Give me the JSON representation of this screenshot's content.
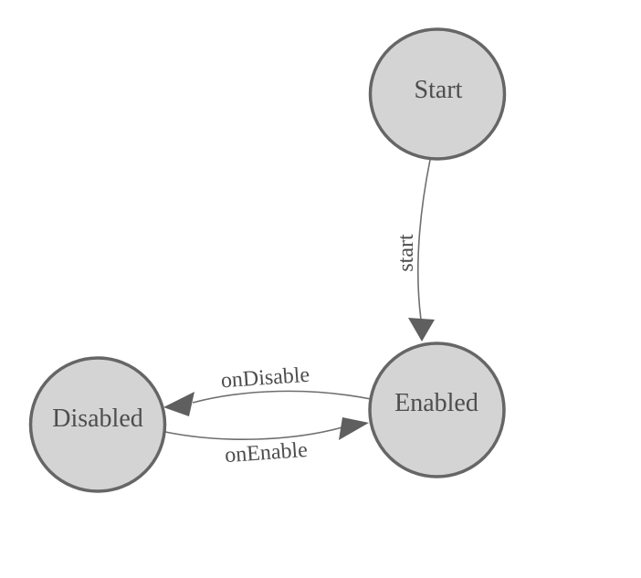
{
  "diagram": {
    "type": "state-machine",
    "background": "#ffffff",
    "colors": {
      "node_fill": "#d4d4d4",
      "node_stroke": "#666666",
      "edge_line": "#6e6e6e",
      "arrowhead_fill": "#5f5f5f",
      "label_text": "#4d4d4d"
    },
    "nodes": [
      {
        "id": "start",
        "label": "Start"
      },
      {
        "id": "enabled",
        "label": "Enabled"
      },
      {
        "id": "disabled",
        "label": "Disabled"
      }
    ],
    "edges": [
      {
        "from": "Start",
        "to": "Enabled",
        "label": "start"
      },
      {
        "from": "Enabled",
        "to": "Disabled",
        "label": "onDisable"
      },
      {
        "from": "Disabled",
        "to": "Enabled",
        "label": "onEnable"
      }
    ]
  }
}
